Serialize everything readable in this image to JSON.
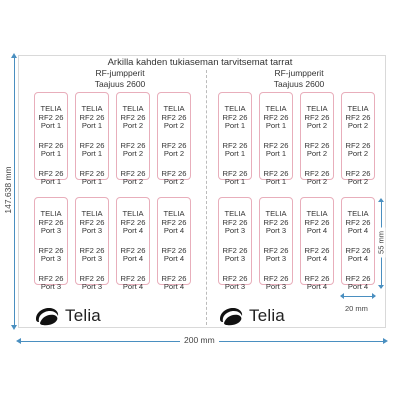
{
  "title": "Arkilla kahden tukiaseman tarvitsemat tarrat",
  "subtitle_line1": "RF-jumpperit",
  "subtitle_line2": "Taajuus 2600",
  "logo_text": "Telia",
  "dimensions": {
    "height": "147.638 mm",
    "width": "200 mm",
    "label_height": "55 mm",
    "label_width": "20 mm"
  },
  "labels_top": [
    {
      "brand": "TELIA",
      "l1": "RF2 26",
      "p1": "Port 1",
      "l2": "RF2 26",
      "p2": "Port 1",
      "l3": "RF2 26",
      "p3": "Port 1"
    },
    {
      "brand": "TELIA",
      "l1": "RF2 26",
      "p1": "Port 1",
      "l2": "RF2 26",
      "p2": "Port 1",
      "l3": "RF2 26",
      "p3": "Port 1"
    },
    {
      "brand": "TELIA",
      "l1": "RF2 26",
      "p1": "Port 2",
      "l2": "RF2 26",
      "p2": "Port 2",
      "l3": "RF2 26",
      "p3": "Port 2"
    },
    {
      "brand": "TELIA",
      "l1": "RF2 26",
      "p1": "Port 2",
      "l2": "RF2 26",
      "p2": "Port 2",
      "l3": "RF2 26",
      "p3": "Port 2"
    }
  ],
  "labels_bottom": [
    {
      "brand": "TELIA",
      "l1": "RF2 26",
      "p1": "Port 3",
      "l2": "RF2 26",
      "p2": "Port 3",
      "l3": "RF2 26",
      "p3": "Port 3"
    },
    {
      "brand": "TELIA",
      "l1": "RF2 26",
      "p1": "Port 3",
      "l2": "RF2 26",
      "p2": "Port 3",
      "l3": "RF2 26",
      "p3": "Port 3"
    },
    {
      "brand": "TELIA",
      "l1": "RF2 26",
      "p1": "Port 4",
      "l2": "RF2 26",
      "p2": "Port 4",
      "l3": "RF2 26",
      "p3": "Port 4"
    },
    {
      "brand": "TELIA",
      "l1": "RF2 26",
      "p1": "Port 4",
      "l2": "RF2 26",
      "p2": "Port 4",
      "l3": "RF2 26",
      "p3": "Port 4"
    }
  ],
  "colors": {
    "label_border": "#e8aebb",
    "dimension_line": "#4a8fc0",
    "logo": "#111111"
  }
}
